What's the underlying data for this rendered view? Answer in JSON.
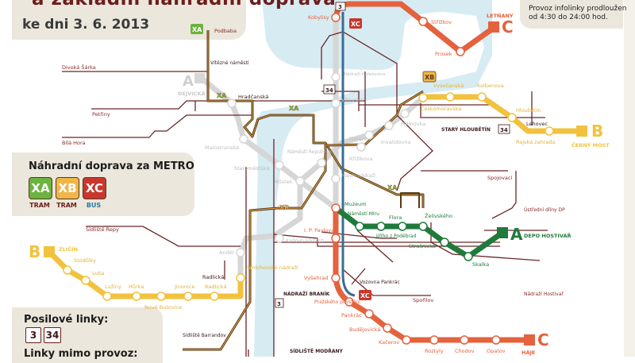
{
  "header": {
    "title": "a základní náhradní doprava",
    "date": "ke dni  3. 6. 2013"
  },
  "info": {
    "line1": "Provoz infolinky prodloužen",
    "line2": "od 4:30 do 24:00 hod."
  },
  "legend": {
    "title": "Náhradní doprava za METRO",
    "badges": [
      {
        "code": "XA",
        "type": "TRAM",
        "color": "#6cb33f"
      },
      {
        "code": "XB",
        "type": "TRAM",
        "color": "#f0b64a"
      },
      {
        "code": "XC",
        "type": "BUS",
        "color": "#c8372d"
      }
    ]
  },
  "reinforcement": {
    "title": "Posilové linky:",
    "lines": [
      "3",
      "34"
    ],
    "out_of_service_title": "Linky mimo provoz:"
  },
  "colors": {
    "line_a": "#1f7a3c",
    "line_b": "#f2c23e",
    "line_c": "#e4623d",
    "closed": "#d6d6d6",
    "tram": "#6b2626",
    "bus_xc": "#3b6d96",
    "river": "#d3e9f1",
    "panel": "#ebe7dc"
  },
  "line_labels": {
    "a": "A",
    "b": "B",
    "c": "C"
  },
  "termini": {
    "letnany": "LETŇANY",
    "cerny_most": "ČERNÝ MOST",
    "zlicin": "ZLIČÍN",
    "haje": "HÁJE",
    "depo_hostivar": "DEPO HOSTIVAŘ",
    "bejvicka": "DEJVICKÁ"
  },
  "stations": {
    "kobylisy": "Kobylisy",
    "strizkov": "Střížkov",
    "prosek": "Prosek",
    "nadrazi_holesovice": "Nádraží Holešovice",
    "vltavska": "Vltavská",
    "vysocanska": "Vysočanská",
    "kolbenova": "Kolbenova",
    "ceskomoravska": "Českomoravská",
    "hloubetin": "Hloubětín",
    "rajska_zahrada": "Rajská zahrada",
    "palmovka": "Palmovka",
    "invalidovna": "Invalidovna",
    "krizikova": "Křižíkova",
    "florenc": "Florenc",
    "hradcanska": "Hradčanská",
    "malostranska": "Malostranská",
    "staromestska": "Staroměstská",
    "namesti_republiky": "Náměstí Republiky",
    "mustek": "Můstek",
    "hlavni_nadrazi": "Hlavní nádraží",
    "muzeum": "Muzeum",
    "namesti_miru": "Náměstí Míru",
    "jiriho": "Jiřího z Poděbrad",
    "flora": "Flora",
    "zelivskeho": "Želivského",
    "strasnicka": "Strašnická",
    "skalka": "Skalka",
    "ip_pavlova": "I. P. Pavlova",
    "karlovo": "Karlovo náměstí",
    "andel": "Anděl",
    "smichovske": "Smíchovské nádraží",
    "radlicka": "Radlická",
    "jinonice": "Jinonice",
    "nove_butovice": "Nové Butovice",
    "hurka": "Hůrka",
    "luziny": "Lužiny",
    "luka": "Luka",
    "stodulky": "Stodůlky",
    "vysehrad": "Vyšehrad",
    "prazskeho": "Pražského povstání",
    "pankrac": "Pankrác",
    "budejovicka": "Budějovická",
    "kacerov": "Kačerov",
    "roztyly": "Roztyly",
    "chodov": "Chodov",
    "opatov": "Opatov"
  },
  "tram_stops": {
    "podbaba": "Podbaba",
    "vitezne": "Vítězné náměstí",
    "divoka_sarka": "Divoká Šárka",
    "petriny": "Petřiny",
    "bila_hora": "Bílá Hora",
    "sidliste_repy": "Sídliště Řepy",
    "radlicka_tram": "Radlická",
    "sidliste_barrandov": "Sídliště Barrandov",
    "nadrazi_branik": "NÁDRAŽÍ BRANÍK",
    "sidliste_modrany": "SÍDLIŠTĚ MODŘANY",
    "stary_hloubetin": "STARÝ HLOUBĚTÍN",
    "lehovec": "Lehovec",
    "spojovaci": "Spojovací",
    "ustredni_dilny": "Ústřední dílny DP",
    "nadrazi_hostivar": "Nádraží Hostivař",
    "spořilov": "Spořilov",
    "vozovna_pankrac": "Vozovna Pankrác"
  },
  "route_badges": {
    "xa": "XA",
    "xb": "XB",
    "xc": "XC",
    "l3": "3",
    "l34": "34"
  }
}
